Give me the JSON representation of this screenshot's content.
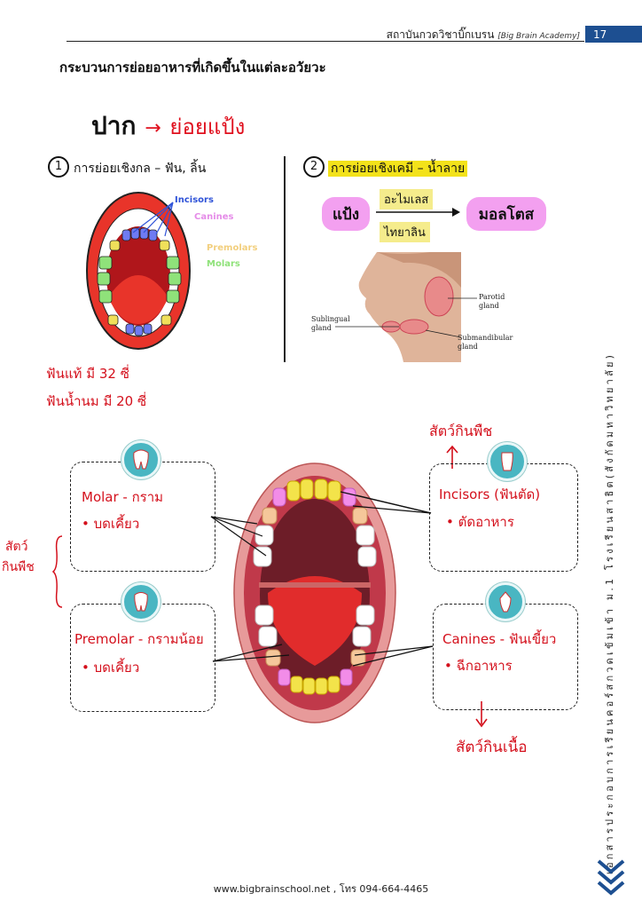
{
  "header": {
    "institute": "สถาบันกวดวิชาบิ๊กเบรน",
    "brand": "[Big Brain Academy]",
    "page": "17"
  },
  "section_title": "กระบวนการย่อยอาหารที่เกิดขึ้นในแต่ละอวัยวะ",
  "organ_title": {
    "organ": "ปาก",
    "arrow": "→",
    "process": "ย่อยแป้ง"
  },
  "mechanical": {
    "number": "1",
    "label": "การย่อยเชิงกล – ฟัน, ลิ้น",
    "teeth_labels": [
      "Incisors",
      "Canines",
      "Premolars",
      "Molars"
    ],
    "colors": {
      "incisors": "#2f53d8",
      "canines": "#e58ce8",
      "premolars": "#f2cf7e",
      "molars": "#8fe27a"
    }
  },
  "chemical": {
    "number": "2",
    "label": "การย่อยเชิงเคมี – น้ำลาย",
    "substrate": "แป้ง",
    "enzyme_top": "อะไมเลส",
    "enzyme_bottom": "ไทยาลิน",
    "product": "มอลโตส",
    "glands": [
      "Parotid gland",
      "Sublingual gland",
      "Submandibular gland"
    ]
  },
  "notes": {
    "permanent": "ฟันแท้ มี 32 ซี่",
    "milk": "ฟันน้ำนม มี 20 ซี่"
  },
  "teeth_boxes": [
    {
      "title": "Molar - กราม",
      "bullet": "• บดเคี้ยว"
    },
    {
      "title": "Premolar - กรามน้อย",
      "bullet": "• บดเคี้ยว"
    },
    {
      "title": "Incisors (ฟันตัด)",
      "bullet": "• ตัดอาหาร"
    },
    {
      "title": "Canines - ฟันเขี้ยว",
      "bullet": "• ฉีกอาหาร"
    }
  ],
  "annotations": {
    "herbivore_top": "สัตว์กินพืช",
    "herbivore_side": [
      "สัตว์",
      "กินพืช"
    ],
    "carnivore": "สัตว์กินเนื้อ"
  },
  "side_text": "เอกสารประกอบการเรียนคอร์สกวดเข้มเข้า ม.1 โรงเรียนสาธิต(สังกัดมหาวิทยาลัย)",
  "footer": "www.bigbrainschool.net , โทร 094-664-4465"
}
